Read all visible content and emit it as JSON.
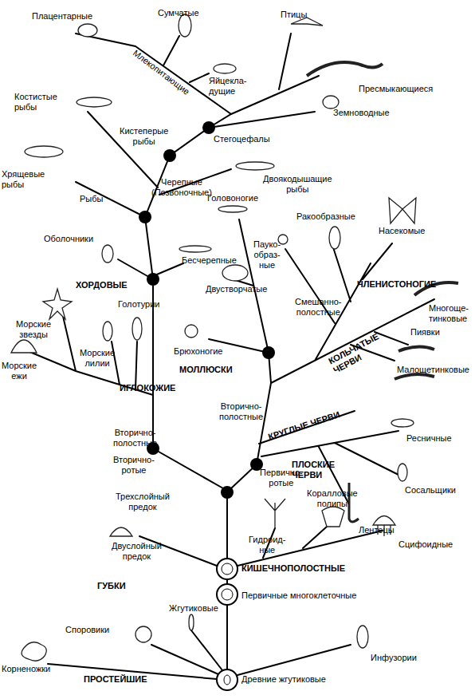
{
  "diagram": {
    "labels": [
      "Плацентарные",
      "Сумчатые",
      "Птицы",
      "Млекопитающие",
      "Яйцекла- дущие",
      "Пресмыкающиеся",
      "Костистые рыбы",
      "Кистеперые рыбы",
      "Стегоцефалы",
      "Земноводные",
      "Хрящевые рыбы",
      "Черепные (Позвоночные)",
      "Двоякодышащие рыбы",
      "Рыбы",
      "Головоногие",
      "Ракообразные",
      "Насекомые",
      "Оболочники",
      "Пауко- образ- ные",
      "Бесчерепные",
      "Морские звезды",
      "ХОРДОВЫЕ",
      "Двустворчатые",
      "ЧЛЕНИСТОНОГИЕ",
      "Смешанно- полостные",
      "Многоще- тинковые",
      "Голотурии",
      "Морские лилии",
      "Морские ежи",
      "Брюхоногие",
      "КОЛЬЧАТЫЕ ЧЕРВИ",
      "Пиявки",
      "МОЛЛЮСКИ",
      "Малощетинковые",
      "ИГЛОКОЖИЕ",
      "Вторично- полостные",
      "КРУГЛЫЕ ЧЕРВИ",
      "Вторично- полостные",
      "Ресничные",
      "ПЛОСКИЕ ЧЕРВИ",
      "Вторично- ротые",
      "Первично- ротые",
      "Сосальщики",
      "Трехслойный предок",
      "Коралловые полипы",
      "Гидроид- ные",
      "Лентецы",
      "Двуслойный предок",
      "Сцифоидные",
      "КИШЕЧНОПОЛОСТНЫЕ",
      "ГУБКИ",
      "Первичные многоклеточные",
      "Жгутиковые",
      "Споровики",
      "Инфузории",
      "Корненожки",
      "ПРОСТЕЙШИЕ",
      "Древние жгутиковые"
    ]
  }
}
